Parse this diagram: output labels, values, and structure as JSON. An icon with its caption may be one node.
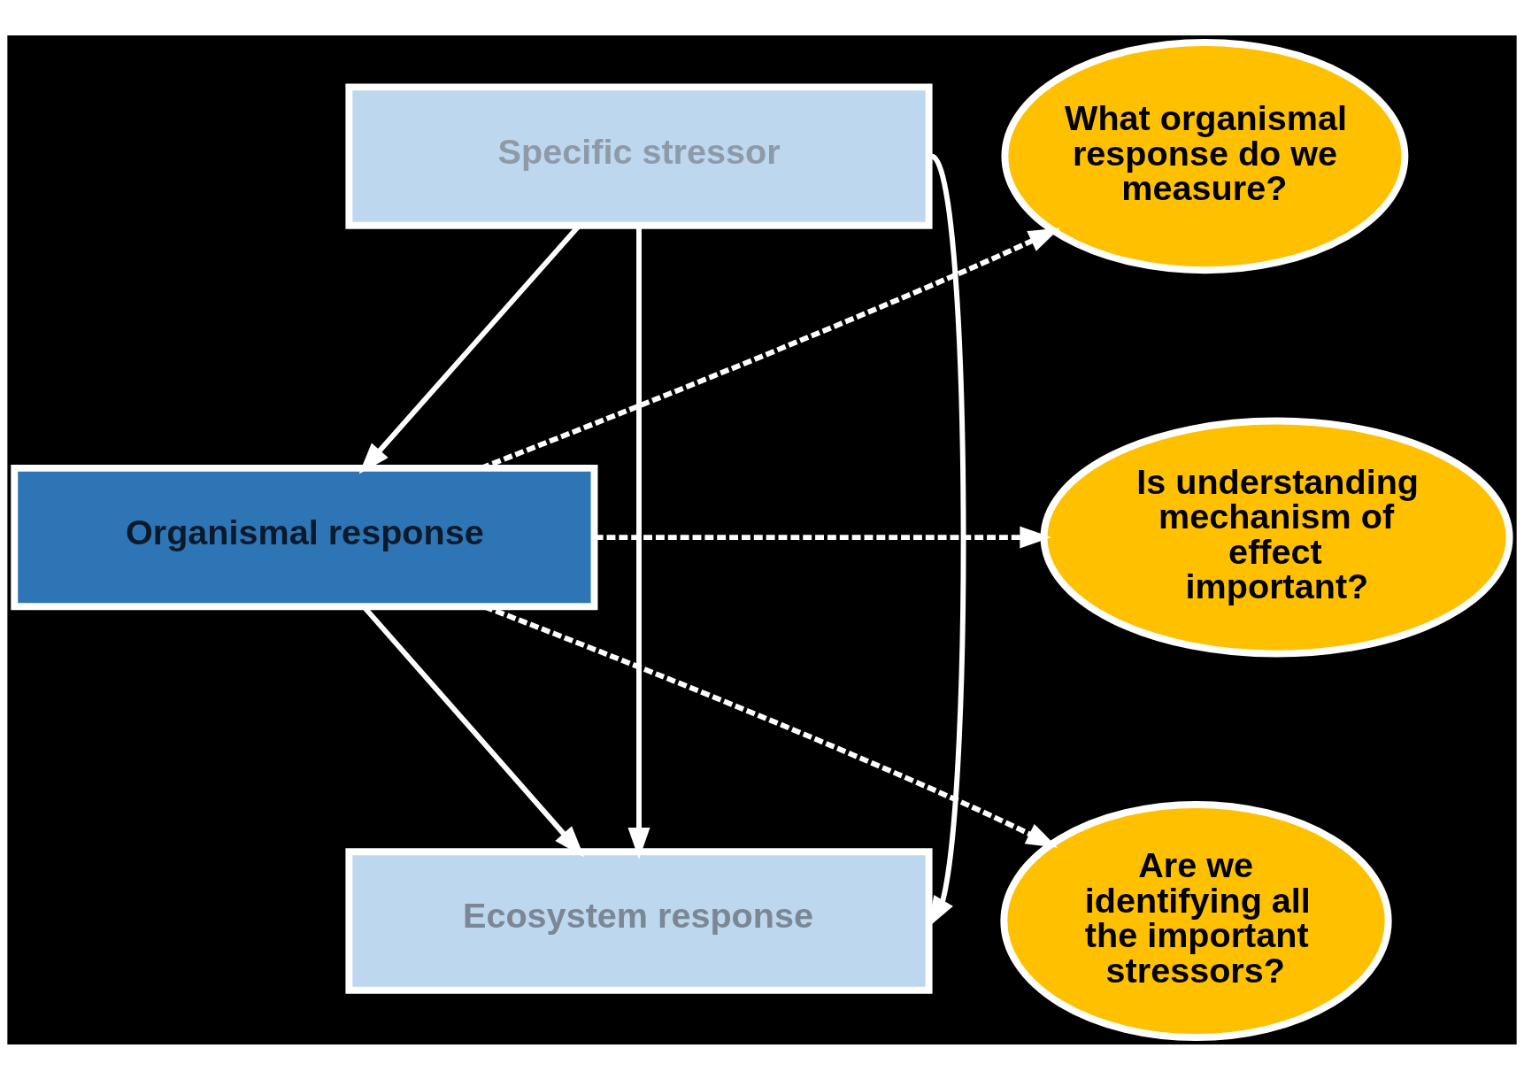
{
  "diagram": {
    "nodes": [
      {
        "text": [
          "Specific stressor"
        ]
      },
      {
        "text": [
          "Organismal response"
        ]
      },
      {
        "text": [
          "Ecosystem response"
        ]
      },
      {
        "text": [
          "What organismal response do we measure?"
        ]
      },
      {
        "text": [
          "Is understanding mechanism of effect important?"
        ]
      },
      {
        "text": [
          "Are we identifying all the important stressors?"
        ]
      }
    ],
    "edges": [
      {
        "from": 0,
        "to": 1,
        "arrow": "to"
      },
      {
        "from": 1,
        "to": 2,
        "arrow": "to"
      },
      {
        "from": 0,
        "to": 2,
        "arrow": "to"
      },
      {
        "from": 0,
        "to": 2,
        "arrow": "to"
      },
      {
        "from": 1,
        "to": 3,
        "arrow": "to",
        "style": "dashed"
      },
      {
        "from": 1,
        "to": 4,
        "arrow": "to",
        "style": "dashed"
      },
      {
        "from": 1,
        "to": 5,
        "arrow": "to",
        "style": "dashed"
      }
    ]
  }
}
